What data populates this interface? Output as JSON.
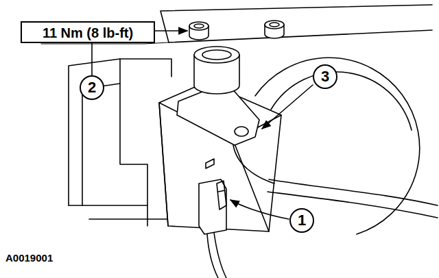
{
  "diagram": {
    "nodes": [
      {
        "text": [
          "11 Nm (8 lb-ft)"
        ]
      },
      {
        "text": [
          "2"
        ]
      },
      {
        "text": [
          "3"
        ]
      },
      {
        "text": [
          "1"
        ]
      }
    ],
    "edges": [
      {
        "from": 1,
        "to": 0,
        "arrow": "none"
      }
    ],
    "labels": [
      "A0019001"
    ]
  }
}
